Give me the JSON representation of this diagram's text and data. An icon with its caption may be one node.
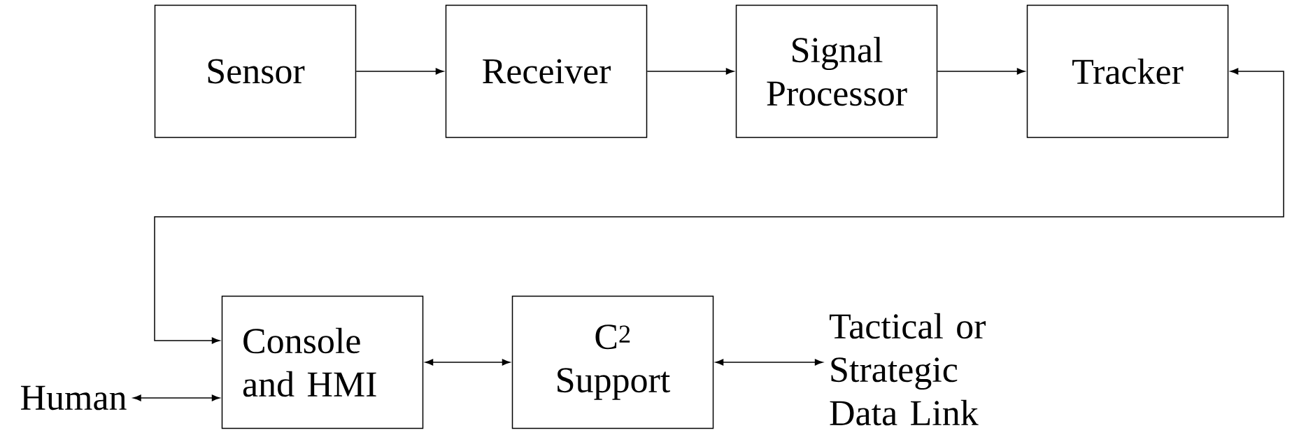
{
  "diagram": {
    "nodes": [
      {
        "text": [
          "Sensor"
        ]
      },
      {
        "text": [
          "Receiver"
        ]
      },
      {
        "text": [
          "Signal Processor"
        ]
      },
      {
        "text": [
          "Tracker"
        ]
      },
      {
        "text": [
          "Human"
        ]
      },
      {
        "text": [
          "Console and HMI"
        ]
      },
      {
        "text": [
          "C$^{2}$ Support"
        ]
      },
      {
        "text": [
          "Tactical or Strategic Data Link"
        ]
      }
    ],
    "edges": [
      {
        "from": 0,
        "to": 1,
        "arrow": "to"
      },
      {
        "from": 1,
        "to": 2,
        "arrow": "to"
      },
      {
        "from": 2,
        "to": 3,
        "arrow": "to"
      },
      {
        "from": 3,
        "to": 5,
        "arrow": "both"
      },
      {
        "from": 4,
        "to": 5,
        "arrow": "both"
      },
      {
        "from": 5,
        "to": 6,
        "arrow": "both"
      },
      {
        "from": 6,
        "to": 7,
        "arrow": "both"
      }
    ]
  }
}
